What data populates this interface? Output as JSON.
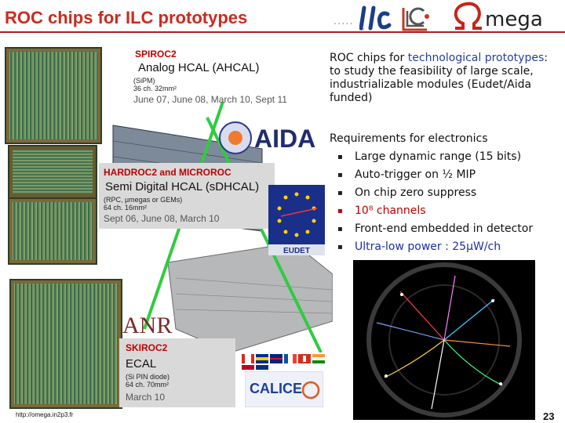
{
  "title": "ROC chips for ILC prototypes",
  "header_logos": {
    "ilc": "ilc",
    "omega": "mega"
  },
  "aida_logo": "AIDA",
  "eudet_logo": "EUDET",
  "anr_logo": "ANR",
  "calice_logo": "CALICE",
  "chips": [
    {
      "name": "SPIROC2",
      "detector": "Analog HCAL (AHCAL)",
      "sensor": "(SiPM)",
      "spec": "36 ch. 32mm²",
      "dates": "June 07, June 08, March 10, Sept 11"
    },
    {
      "name": "HARDROC2 and MICROROC",
      "detector": "Semi Digital HCAL (sDHCAL)",
      "sensor": "(RPC, µmegas or GEMs)",
      "spec": "64 ch. 16mm²",
      "dates": "Sept 06, June 08, March 10"
    },
    {
      "name": "SKIROC2",
      "detector": "ECAL",
      "sensor": "(Si PIN diode)",
      "spec": "64 ch. 70mm²",
      "dates": "March 10"
    }
  ],
  "intro": {
    "part1": "ROC chips for ",
    "highlight": "technological prototypes",
    "part2": ": to study the feasibility of large scale, industrializable modules (Eudet/Aida funded)"
  },
  "requirements": {
    "heading": "Requirements for electronics",
    "items": [
      {
        "text": "Large dynamic range (15 bits)",
        "style": "normal"
      },
      {
        "text": "Auto-trigger on ½ MIP",
        "style": "normal"
      },
      {
        "text": "On chip zero suppress",
        "style": "normal"
      },
      {
        "text": "10⁸ channels",
        "style": "red"
      },
      {
        "text": "Front-end embedded in detector",
        "style": "normal"
      },
      {
        "text": "Ultra-low power : 25µW/ch",
        "style": "blue"
      }
    ]
  },
  "footer": {
    "url": "http://omega.in2p3.fr",
    "page": "23"
  },
  "colors": {
    "title": "#cc2a1d",
    "accent_blue": "#1d2fa0",
    "accent_red": "#c00000"
  }
}
